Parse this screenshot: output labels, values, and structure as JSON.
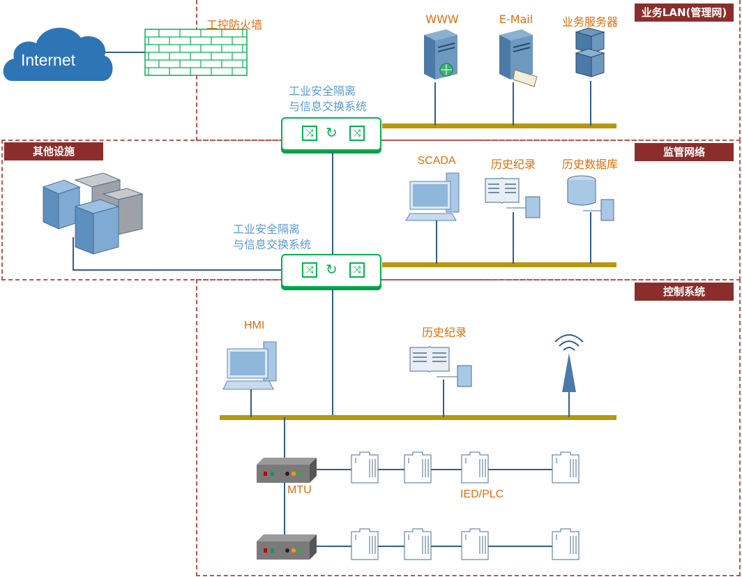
{
  "zones": {
    "business": "业务LAN(管理网)",
    "supervision": "监管网络",
    "control": "控制系统",
    "other": "其他设施"
  },
  "cloud": "Internet",
  "firewall": "工控防火墙",
  "servers": {
    "www": "WWW",
    "email": "E-Mail",
    "biz": "业务服务器"
  },
  "gateway": {
    "line1": "工业安全隔离",
    "line2": "与信息交换系统"
  },
  "supervision_nodes": {
    "scada": "SCADA",
    "history": "历史纪录",
    "db": "历史数据库"
  },
  "control_nodes": {
    "hmi": "HMI",
    "history": "历史纪录"
  },
  "field": {
    "mtu": "MTU",
    "ied": "IED/PLC"
  },
  "colors": {
    "zone_border": "#c0504d",
    "zone_tag": "#8b2e2b",
    "label": "#e46c0a",
    "gateway_text": "#5b9bd5",
    "bus": "#b5980b",
    "link": "#2f5d8a",
    "gateway": "#00b050"
  }
}
